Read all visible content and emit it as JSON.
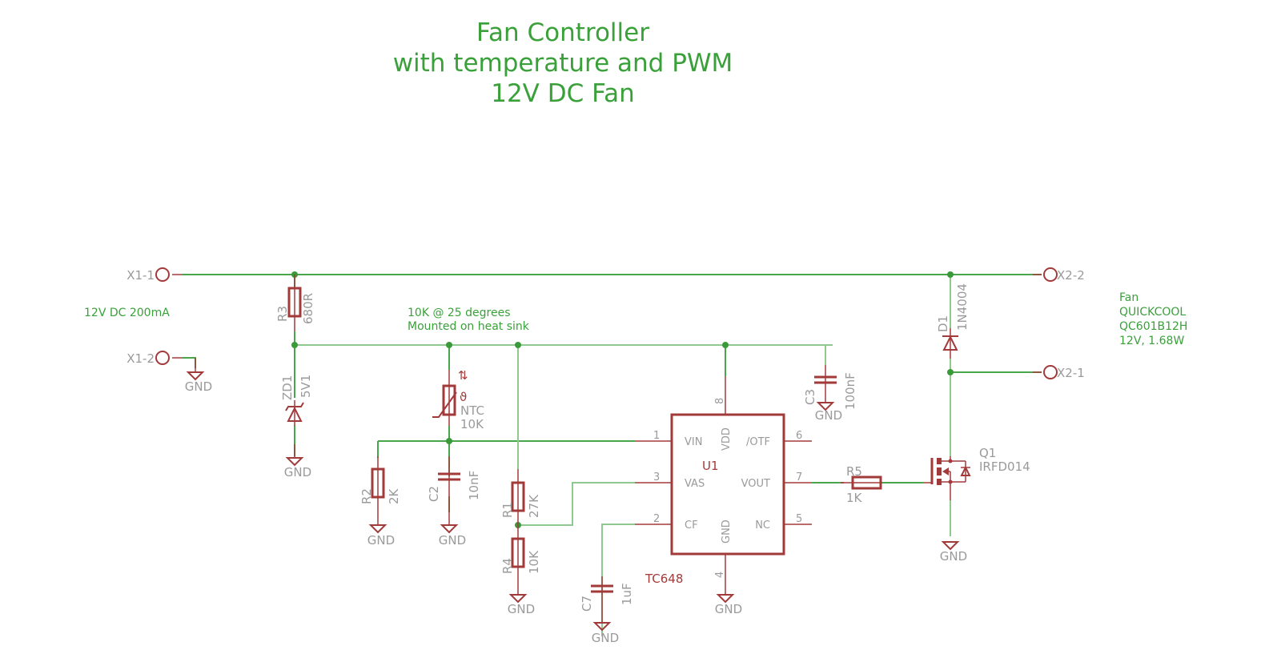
{
  "title": {
    "line1": "Fan Controller",
    "line2": "with temperature and PWM",
    "line3": "12V DC Fan"
  },
  "notes": {
    "supply": "12V DC 200mA",
    "ntc_line1": "10K @ 25 degrees",
    "ntc_line2": "Mounted on heat sink",
    "fan_line1": "Fan",
    "fan_line2": "QUICKCOOL",
    "fan_line3": "QC601B12H",
    "fan_line4": "12V, 1.68W"
  },
  "connectors": {
    "x1_1": "X1-1",
    "x1_2": "X1-2",
    "x2_1": "X2-1",
    "x2_2": "X2-2"
  },
  "components": {
    "r1": {
      "name": "R1",
      "value": "27K"
    },
    "r2": {
      "name": "R2",
      "value": "2K"
    },
    "r3": {
      "name": "R3",
      "value": "680R"
    },
    "r4": {
      "name": "R4",
      "value": "10K"
    },
    "r5": {
      "name": "R5",
      "value": "1K"
    },
    "c2": {
      "name": "C2",
      "value": "10nF"
    },
    "c3": {
      "name": "C3",
      "value": "100nF"
    },
    "c7": {
      "name": "C7",
      "value": "1uF"
    },
    "zd1": {
      "name": "ZD1",
      "value": "5V1"
    },
    "d1": {
      "name": "D1",
      "value": "1N4004"
    },
    "ntc": {
      "name": "NTC",
      "value": "10K"
    },
    "q1": {
      "name": "Q1",
      "value": "IRFD014"
    },
    "u1": {
      "name": "U1",
      "value": "TC648",
      "pins": {
        "vin": {
          "label": "VIN",
          "number": "1"
        },
        "cf": {
          "label": "CF",
          "number": "2"
        },
        "vas": {
          "label": "VAS",
          "number": "3"
        },
        "gnd": {
          "label": "GND",
          "number": "4"
        },
        "nc": {
          "label": "NC",
          "number": "5"
        },
        "otf": {
          "label": "/OTF",
          "number": "6"
        },
        "vout": {
          "label": "VOUT",
          "number": "7"
        },
        "vdd": {
          "label": "VDD",
          "number": "8"
        }
      }
    }
  },
  "gnd_label": "GND"
}
